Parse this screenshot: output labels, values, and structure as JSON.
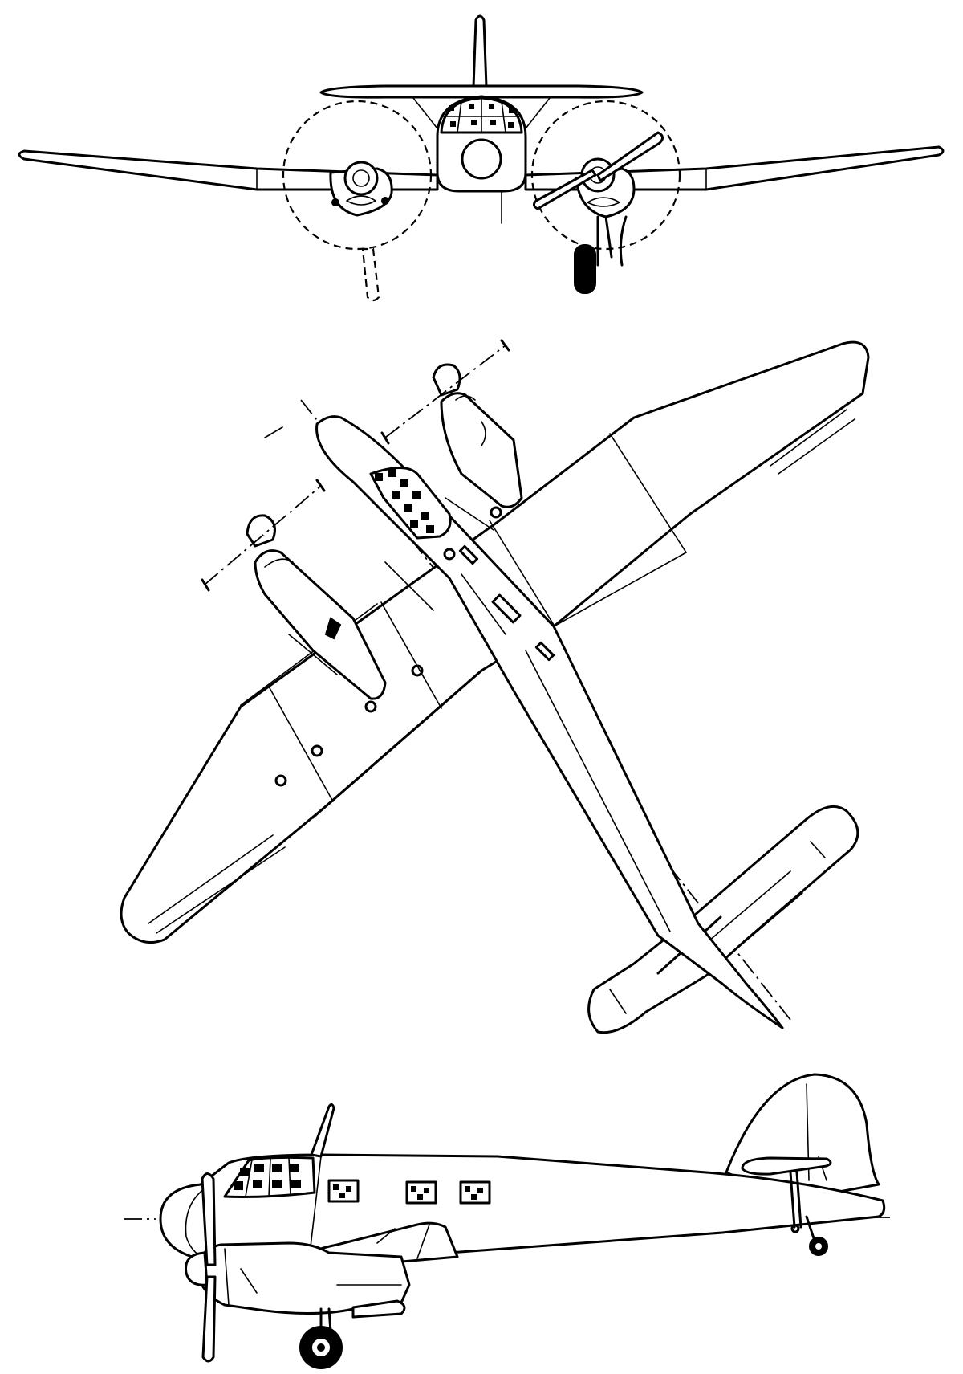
{
  "figure": {
    "kind": "three-view aircraft line drawing",
    "views": [
      "front-view",
      "top-view",
      "side-view"
    ],
    "colors": {
      "ink": "#000000",
      "paper": "#ffffff"
    }
  }
}
